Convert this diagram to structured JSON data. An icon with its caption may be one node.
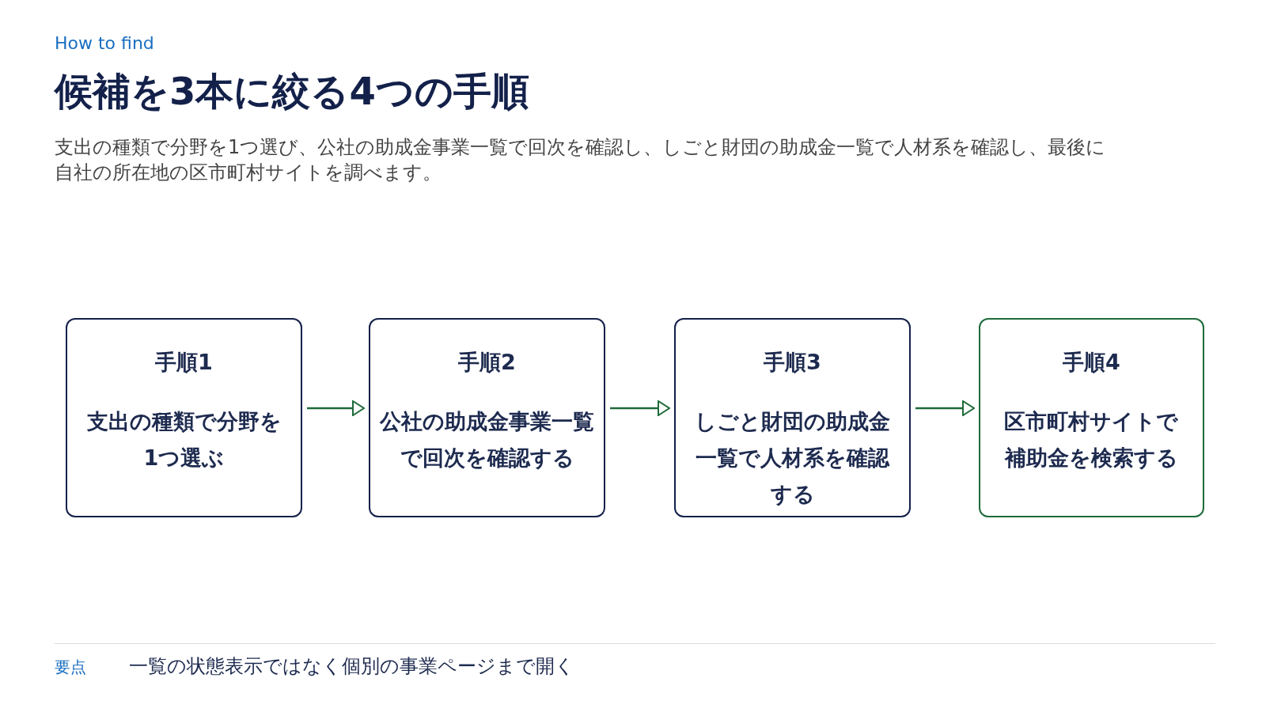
{
  "diagram": {
    "title": "候補を3本に絞る4つの手順",
    "nodes": [
      {
        "text": [
          "手順1",
          "支出の種類で分野を1つ選ぶ"
        ]
      },
      {
        "text": [
          "手順2",
          "公社の助成金事業一覧で回次を確認する"
        ]
      },
      {
        "text": [
          "手順3",
          "しごと財団の助成金一覧で人材系を確認する"
        ]
      },
      {
        "text": [
          "手順4",
          "区市町村サイトで補助金を検索する"
        ]
      }
    ],
    "edges": [
      {
        "from": 0,
        "to": 1,
        "arrow": "to"
      },
      {
        "from": 1,
        "to": 2,
        "arrow": "to"
      },
      {
        "from": 2,
        "to": 3,
        "arrow": "to"
      }
    ],
    "labels": [
      "How to find",
      "支出の種類で分野を1つ選び、公社の助成金事業一覧で回次を確認し、しごと財団の助成金一覧で人材系を確認し、最後に自社の所在地の区市町村サイトを調べます。",
      "要点",
      "一覧の状態表示ではなく個別の事業ページまで開く"
    ]
  }
}
